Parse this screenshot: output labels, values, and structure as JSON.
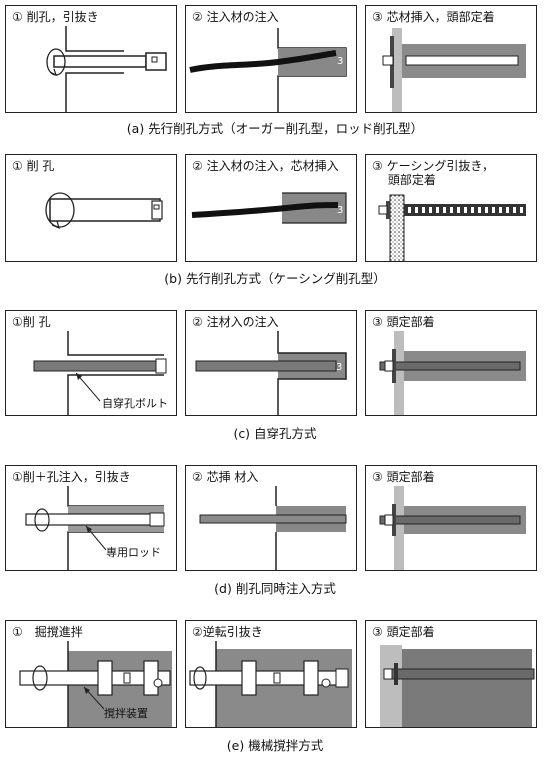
{
  "rows": [
    {
      "id": "a",
      "caption": "(a)  先行削孔方式（オーガー削孔型，ロッド削孔型）",
      "panels": [
        "① 削孔，引抜き",
        "② 注入材の注入",
        "③ 芯材挿入，頭部定着"
      ]
    },
    {
      "id": "b",
      "caption": "(b)  先行削孔方式（ケーシング削孔型）",
      "panels": [
        "① 削 孔",
        "② 注入材の注入，芯材挿入",
        "③ ケーシング引抜き，\n　 頭部定着"
      ]
    },
    {
      "id": "c",
      "caption": "(c)  自穿孔方式",
      "panels": [
        "①削 孔",
        "② 注材入の注入",
        "③ 頭定部着"
      ],
      "callout": "自穿孔ボルト"
    },
    {
      "id": "d",
      "caption": "(d)  削孔同時注入方式",
      "panels": [
        "①削＋孔注入，引抜き",
        "② 芯挿 材入",
        "③ 頭定部着"
      ],
      "callout": "専用ロッド"
    },
    {
      "id": "e",
      "caption": "(e)  機械撹拌方式",
      "panels": [
        "①　掘撹進拌",
        "②逆転引抜き",
        "③ 頭定部着"
      ],
      "callout": "撹拌装置"
    }
  ]
}
